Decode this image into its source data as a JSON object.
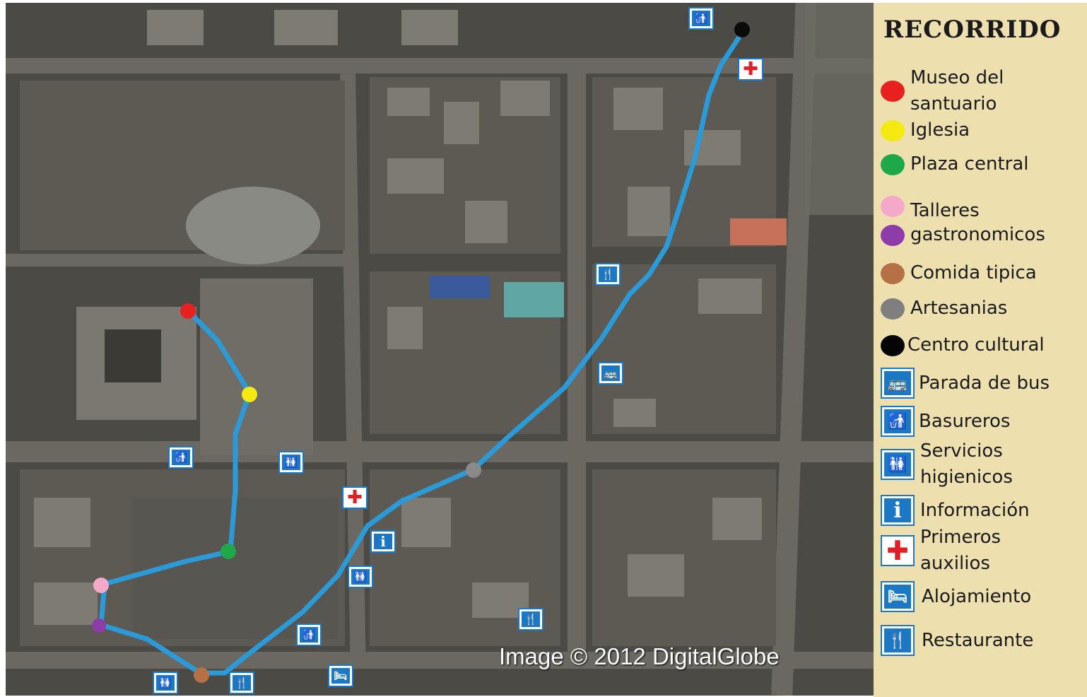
{
  "map": {
    "credit": "Image © 2012 DigitalGlobe",
    "route_color": "#2a9ad8",
    "stops": [
      {
        "name": "museo",
        "color": "#e8201e"
      },
      {
        "name": "iglesia",
        "color": "#f5ea0f"
      },
      {
        "name": "plaza",
        "color": "#1fa84a"
      },
      {
        "name": "talleres",
        "color": "#f5a9c8"
      },
      {
        "name": "gastronomicos",
        "color": "#8e3ca7"
      },
      {
        "name": "comida",
        "color": "#b57044"
      },
      {
        "name": "artesanias",
        "color": "#8a8a8a"
      },
      {
        "name": "cultural",
        "color": "#0a0a0a"
      }
    ],
    "icon_symbols": {
      "bus": "🚌",
      "trash": "🚮",
      "toilet": "🚻",
      "info": "i",
      "aid": "✚",
      "bed": "🛏",
      "food": "🍴"
    }
  },
  "legend": {
    "title": "RECORRIDO",
    "items": [
      {
        "label": "Museo del",
        "label2": "santuario",
        "color": "#e8201e"
      },
      {
        "label": "Iglesia",
        "color": "#f5ea0f"
      },
      {
        "label": "Plaza central",
        "color": "#1fa84a"
      },
      {
        "label": "Talleres",
        "color": "#f5a9c8"
      },
      {
        "label": "gastronomicos",
        "color": "#8e3ca7"
      },
      {
        "label": "Comida tipica",
        "color": "#b57044"
      },
      {
        "label": "Artesanias",
        "color": "#7f7f7f"
      },
      {
        "label": "Centro cultural",
        "color": "#050505"
      },
      {
        "label": "Parada de bus",
        "icon": "bus-icon"
      },
      {
        "label": "Basureros",
        "icon": "trash-can-icon"
      },
      {
        "label": "Servicios",
        "label2": "higienicos",
        "icon": "restroom-icon"
      },
      {
        "label": "Información",
        "icon": "information-icon"
      },
      {
        "label": "Primeros",
        "label2": "auxilios",
        "icon": "first-aid-icon"
      },
      {
        "label": "Alojamiento",
        "icon": "bed-icon"
      },
      {
        "label": "Restaurante",
        "icon": "restaurant-icon"
      }
    ]
  }
}
